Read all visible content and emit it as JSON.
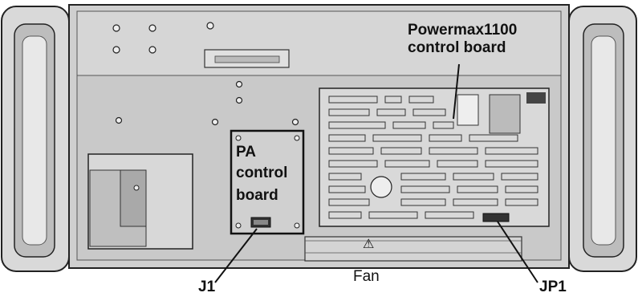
{
  "labels": {
    "main_board_line1": "Powermax1100",
    "main_board_line2": "control board",
    "pa_board_line1": "PA",
    "pa_board_line2": "control",
    "pa_board_line3": "board",
    "j1": "J1",
    "fan": "Fan",
    "jp1": "JP1",
    "warning_symbol": "⚠"
  }
}
